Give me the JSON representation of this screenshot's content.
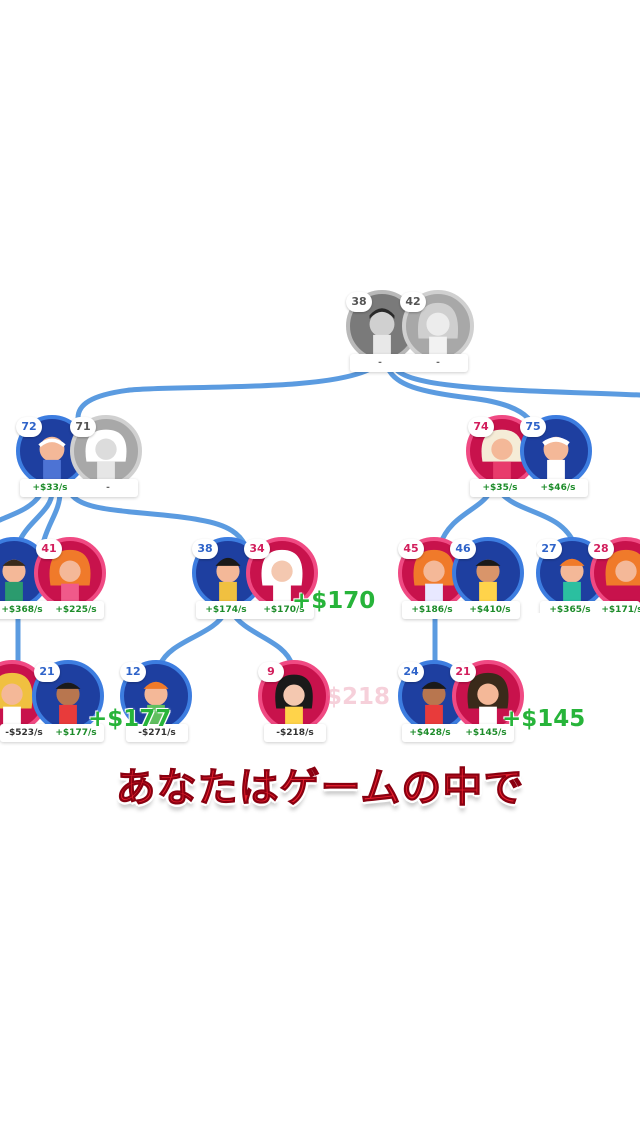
{
  "couples": [
    {
      "id": "root",
      "left": {
        "age": "38",
        "gender": "gray"
      },
      "right": {
        "age": "42",
        "gender": "gray-light"
      },
      "incomes": [
        "-",
        "-"
      ]
    },
    {
      "id": "g1-left",
      "left": {
        "age": "72",
        "gender": "male"
      },
      "right": {
        "age": "71",
        "gender": "gray-light"
      },
      "incomes": [
        "+$33/s",
        "-"
      ]
    },
    {
      "id": "g1-right",
      "left": {
        "age": "74",
        "gender": "female"
      },
      "right": {
        "age": "75",
        "gender": "male"
      },
      "incomes": [
        "+$35/s",
        "+$46/s"
      ]
    },
    {
      "id": "g2-a",
      "left": {
        "age": "",
        "gender": "male"
      },
      "right": {
        "age": "41",
        "gender": "female"
      },
      "incomes": [
        "+$368/s",
        "+$225/s"
      ]
    },
    {
      "id": "g2-b",
      "left": {
        "age": "38",
        "gender": "male"
      },
      "right": {
        "age": "34",
        "gender": "female"
      },
      "incomes": [
        "+$174/s",
        "+$170/s"
      ]
    },
    {
      "id": "g2-c",
      "left": {
        "age": "45",
        "gender": "female"
      },
      "right": {
        "age": "46",
        "gender": "male"
      },
      "incomes": [
        "+$186/s",
        "+$410/s"
      ]
    },
    {
      "id": "g2-d",
      "left": {
        "age": "27",
        "gender": "male"
      },
      "right": {
        "age": "28",
        "gender": "female"
      },
      "incomes": [
        "+$365/s",
        "+$171/s"
      ]
    },
    {
      "id": "g3-a",
      "left": {
        "age": "",
        "gender": "female"
      },
      "right": {
        "age": "21",
        "gender": "male"
      },
      "incomes": [
        "-$523/s",
        "+$177/s"
      ]
    },
    {
      "id": "g3-b",
      "left": {
        "age": "12",
        "gender": "male"
      },
      "right": null,
      "incomes": [
        "-$271/s"
      ]
    },
    {
      "id": "g3-c",
      "left": {
        "age": "9",
        "gender": "female"
      },
      "right": null,
      "incomes": [
        "-$218/s"
      ]
    },
    {
      "id": "g3-d",
      "left": {
        "age": "24",
        "gender": "male"
      },
      "right": {
        "age": "21",
        "gender": "female"
      },
      "incomes": [
        "+$428/s",
        "+$145/s"
      ]
    }
  ],
  "floaters": [
    "+$170",
    "+$177",
    "$218",
    "+$145"
  ],
  "caption": "あなたはゲームの中で",
  "colors": {
    "line": "#5b9be0",
    "male": "#1e3fa0",
    "female": "#c8124c",
    "income": "#1d8c2a",
    "caption": "#e8202f"
  }
}
